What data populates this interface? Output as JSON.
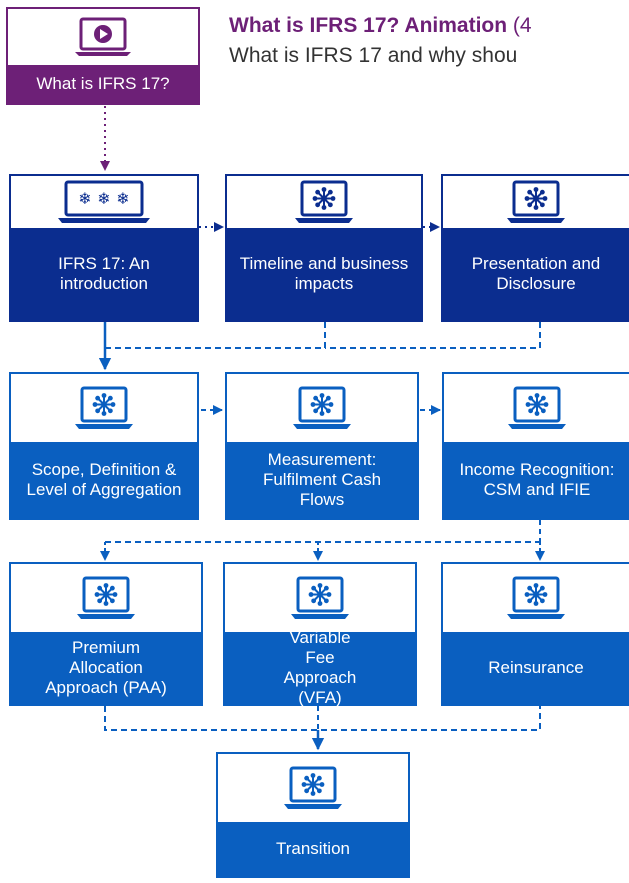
{
  "header": {
    "title": "What is IFRS 17? Animation",
    "title_suffix": "(4",
    "subtitle": "What is IFRS 17 and why shou"
  },
  "colors": {
    "purple": "#6d2077",
    "dark_blue": "#0b2d8f",
    "mid_blue": "#0a5fc0"
  },
  "animation_card": {
    "label": "What is IFRS 17?",
    "icon": "play-video-icon"
  },
  "modules": [
    {
      "label": "IFRS 17: An introduction",
      "icon": "three-snowflake-laptop-icon"
    },
    {
      "label": "Timeline and business impacts",
      "icon": "snowflake-laptop-icon"
    },
    {
      "label": "Presentation and Disclosure",
      "icon": "snowflake-laptop-icon"
    },
    {
      "label": "Scope, Definition & Level of Aggregation",
      "icon": "snowflake-laptop-icon"
    },
    {
      "label": "Measurement: Fulfilment Cash Flows",
      "icon": "snowflake-laptop-icon"
    },
    {
      "label": "Income Recognition: CSM and IFIE",
      "icon": "snowflake-laptop-icon"
    },
    {
      "label": "Premium Allocation Approach (PAA)",
      "icon": "snowflake-laptop-icon"
    },
    {
      "label": "Variable Fee Approach (VFA)",
      "icon": "snowflake-laptop-icon"
    },
    {
      "label": "Reinsurance",
      "icon": "snowflake-laptop-icon"
    },
    {
      "label": "Transition",
      "icon": "snowflake-laptop-icon"
    }
  ]
}
